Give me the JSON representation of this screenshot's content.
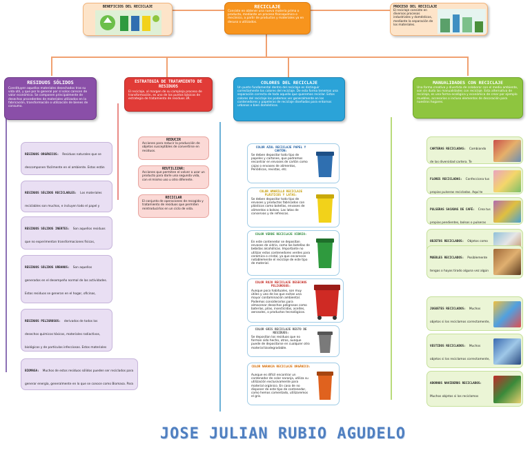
{
  "top": {
    "benefits_title": "BENEFICIOS DEL RECICLAJE",
    "main_title": "RECICLAJE",
    "main_text": "Consiste en obtener una nueva materia prima o producto, mediante un proceso fisicoquímico o mecánico, a partir de productos y materiales ya en desuso o utilizados.",
    "process_title": "PROCESO DEL RECICLAJE",
    "process_text": "El reciclaje consiste en diversos procesos industriales y domésticos, mediante la separación de los materiales."
  },
  "solid_waste": {
    "title": "RESIDUOS SÓLIDOS",
    "text": "Constituyen aquellos materiales desechados tras su vida útil, y que por lo general por sí solos carecen de valor económico. Se componen principalmente de desechos procedentes de materiales utilizados en la fabricación, transformación o utilización de bienes de consumo.",
    "items": [
      {
        "title": "RESIDUOS ORGÁNICOS:",
        "text": "Residuos naturales que se descomponen fácilmente en el ambiente. Estos están se encuentran: Restos de frutas y verduras, Hortalizas, cáscaras, Carozos de frutas, huevos entre otros restos de alimentos preparados (Incluso)."
      },
      {
        "title": "RESIDUOS SÓLIDOS RECICLABLES:",
        "text": "Los materiales reciclables son muchos, e incluyen todo el papel y cartón, el vidrio, los metales ferrosos y no ferrosos, algunos plásticos, telas y textiles, maderas y componentes electrónicos."
      },
      {
        "title": "RESIDUOS SÓLIDOS INERTES:",
        "text": "Son aquellos residuos que no experimentan transformaciones físicas, químicas o biológicas de gran importancia: ejemplo Materiales pétreos (piedras, materiales, piscos), Vidrio, Metales, Plásticos, Maderas, Asfaltos, Caucho y PVC, etc."
      },
      {
        "title": "RESIDUOS SÓLIDOS URBANOS:",
        "text": "Son aquellos generados en el desempeño normal de las actividades. Estos residuos se generan en el hogar, oficinas, almacenamientos, cafeterías, salas de espera, auditorios y en general en todos los sitios del establecimiento del generador: Papel, Cartón, Cajas, Plásticos Los restos de la preparación de alimentos y materiales de limpieza de patios, jardines, entre otros... El Otras"
      },
      {
        "title": "RESIDUOS PELIGROSOS:",
        "text": "derivados de todos los desechos químicos tóxicos, materiales radiactivos, biológicos y de partículas infecciosas. Estos materiales amenazan a los trabajadores a través de la exposición en sus puestos de trabajo. Ejemplo Aceites industriales usados, Toques contaminados, Insecticidas, Pinturas, Baterías, Pilas, Pesticidas contaminados. Envases que hayan contenido sustancias peligrosas."
      },
      {
        "title": "BIOMASA:",
        "text": "Muchos de estos residuos sólidos pueden ser reciclados para generar energía, generalmente en lo que se conoce como Biomasa. Para crear esta biomasa se utilizan principalmente residuos del sector maderero creando combustibles sólidos para su posterior combustión. También podemos encontrar otros tipos de biomasa como el biogás o el bioetanol, que se obtienen con el tratamiento de residuos orgánicos."
      }
    ]
  },
  "strategy": {
    "title": "ESTRATEGIA DE TRATAMIENTO DE RESIDUOS",
    "text": "El reciclaje, al margen de su compleja proceso de transformación, es uno de los puntos básicos de estrategia de tratamiento de residuos 3R.",
    "items": [
      {
        "title": "REDUCIR",
        "text": "Acciones para reducir la producción de objetos susceptibles de convertirse en residuos."
      },
      {
        "title": "REUTILIZAR:",
        "text": "Acciones que permiten el volver a usar un producto para darle una segunda vida, con el mismo uso u otro diferente."
      },
      {
        "title": "RECICLAR",
        "text": "El conjunto de operaciones de recogida y tratamiento de residuos que permiten reintroducirlos en un ciclo de vida."
      }
    ]
  },
  "colors": {
    "title": "COLORES DEL RECICLAJE",
    "text": "Un punto fundamental dentro del reciclaje es distinguir correctamente los colores del reciclaje. De esta forma tenemos una separación correcta de todo aquello que queremos reciclar. Estos colores del reciclaje los podemos ver generalmente en los contenedores y papeleras de reciclaje diseñadas para entornos urbanos o bien domésticos.",
    "bins": [
      {
        "title": "COLOR AZUL RECICLAJE PAPEL Y CARTÓN:",
        "text": "Se deben depositar todo tipo de papeles y cartones, que podremos encontrar en envases de cartón como cajas o envases de alimentos, Periódicos, revistas, etc.",
        "color": "#2f6fb0"
      },
      {
        "title": "COLOR AMARILLO RECICLAJE PLÁSTICOS Y LATAS:",
        "text": "Se deben depositar todo tipo de envases y productos fabricados con plásticos como botellas, envases de alimentos o bolsas. Las latas de conservas y de refrescos.",
        "color": "#f2d21a"
      },
      {
        "title": "COLOR VERDE RECICLAJE VIDRIO:",
        "text": "En este contenedor se depositan envases de vidrio, como las botellas de bebidas alcohólicas. Importante no utilizar estos contenedores verdes para cerámica o cristal, ya que encarecen notablemente el reciclaje de este tipo de material.",
        "color": "#2f9a3e"
      },
      {
        "title": "COLOR ROJO RECICLAJE DESECHOS PELIGROSOS:",
        "text": "Aunque poco habituales, son muy útiles y uno de los que evitan una mayor contaminación ambiental. Podemos considerarlos para almacenar desechos peligrosos como baterías, pilas, insecticidas, aceites, aerosoles, o productos tecnológicos.",
        "color": "#cf2a24"
      },
      {
        "title": "COLOR GRIS RECICLAJE RESTO DE RESIDUOS:",
        "text": "Se depositan los residuos que no forman sido hecho, otros, aunque puede de depositarse en cualquier otro material biodegradable.",
        "color": "#7a7a7a"
      },
      {
        "title": "COLOR NARANJA RECICLAJE ORGÁNICO:",
        "text": "Aunque es difícil encontrar un contenedor de color naranja, utiliza su utilización exclusivamente para material orgánico. En caso de no disponer de este tipo de contenedor, como hemos comentado, utilizaremos el gris.",
        "color": "#e0621e"
      }
    ]
  },
  "crafts": {
    "title": "MANUALIDADES CON RECICLAJE",
    "text": "Una forma creativa y divertida de colaborar con el medio ambiente, son sin duda las manualidades con reciclaje. Esta alternativa de reciclaje, es una forma ecológica y económica de crear por ejemplo muebles, accesorios o incluso elementos de decoración para nuestros hogares.",
    "items": [
      {
        "title": "CARTERAS RECICLADAS:",
        "text": "Cambiando de las diversidad cartera. Te proponemos que aprendas a crear tu propia cartera reciclada, totalmente personalizada y que no tengas nadie mismo el modelo."
      },
      {
        "title": "FLORES RECICLADAS:",
        "text": "Confecciona tus propias pulseras recicladas. Aquí te damos algunas ideas para que lleves tus propios complementos de moda, reciclados objetos cotidianos."
      },
      {
        "title": "PULSERAS SACADAS DE CAFÉ:",
        "text": "Crea tus propias pendientes, bolsos o pulseras con las cápsulas de café de usar y tirar. Una forma original y fácil de reciclar las cápsulas de café que utilizamos a diario."
      },
      {
        "title": "OBJETOS RECICLADOS:",
        "text": "Objetos como botellas de cristal, de aceite, agua, o de otros frascos en casa con amigos, se pueden convertir en objetos reciclados."
      },
      {
        "title": "MUEBLES RECICLADOS:",
        "text": "Posiblemente tengas o hayas tirado alguna vez algún mueble que ya no te gusta, o está parcialmente roto. Te enseñamos a reciclar muebles en unos bonitos pasos."
      },
      {
        "title": "JUGUETES RECICLADOS:",
        "text": "Muchos objetos si los reciclamos correctamente, pueden convertirse en juguetes para los más pequeños. En muchas ocasiones incluso más didácticos que los que venden en grandes superficies."
      },
      {
        "title": "VESTIDOS RECICLADOS:",
        "text": "Muchos objetos si los reciclamos correctamente, pueden convertirse en juguetes para los más pequeños. En muchas ocasiones incluso más didácticos que los que venden en grandes superficies."
      },
      {
        "title": "ADORNOS NAVIDEÑOS RECICLADOS:",
        "text": "Muchos objetos si los reciclamos correctamente, pueden convertirse en juguetes para los más pequeños. En muchas ocasiones incluso más didácticos que los que venden en grandes superficies."
      }
    ]
  },
  "author": "JOSE JULIAN RUBIO AGUDELO",
  "palette": {
    "orange": "#f39c42",
    "purple": "#8a4fa8",
    "red": "#e13b37",
    "blue": "#2ba3d8",
    "green": "#8ec53f",
    "author": "#4f7fc0"
  }
}
